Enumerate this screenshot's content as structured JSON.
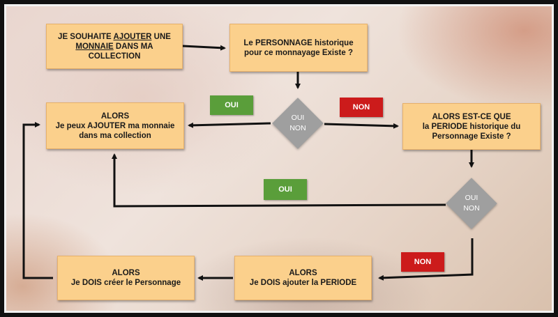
{
  "boxes": {
    "start": {
      "line1_pre": "JE SOUHAITE ",
      "line1_u": "AJOUTER",
      "line1_post": " UNE",
      "line2_u": "MONNAIE",
      "line2_post": " DANS MA",
      "line3": "COLLECTION"
    },
    "q1": {
      "line1": "Le PERSONNAGE historique",
      "line2": "pour ce monnayage Existe ?"
    },
    "result_add": {
      "line1": "ALORS",
      "line2": "Je peux AJOUTER ma monnaie",
      "line3": "dans ma collection"
    },
    "q2": {
      "line1": "ALORS EST-CE QUE",
      "line2": "la PERIODE historique du",
      "line3": "Personnage Existe ?"
    },
    "create_character": {
      "line1": "ALORS",
      "line2": "Je DOIS créer le Personnage"
    },
    "add_period": {
      "line1": "ALORS",
      "line2": "Je DOIS ajouter la PERIODE"
    }
  },
  "decisions": {
    "d1": {
      "yes": "OUI",
      "no": "NON"
    },
    "d2": {
      "yes": "OUI",
      "no": "NON"
    }
  },
  "tags": {
    "oui1": "OUI",
    "non1": "NON",
    "oui2": "OUI",
    "non2": "NON"
  },
  "colors": {
    "box_fill": "#fbd08c",
    "diamond_fill": "#9f9f9f",
    "yes_tag": "#5a9e3a",
    "no_tag": "#cc1b1b",
    "arrow": "#111111"
  }
}
